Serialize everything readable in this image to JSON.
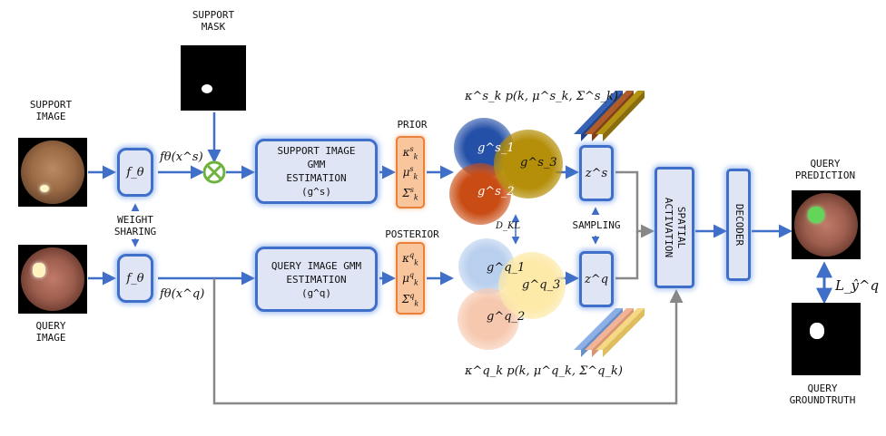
{
  "labels": {
    "support_mask": "SUPPORT\nMASK",
    "support_image": "SUPPORT\nIMAGE",
    "query_image": "QUERY\nIMAGE",
    "weight_sharing": "WEIGHT\nSHARING",
    "prior": "PRIOR",
    "posterior": "POSTERIOR",
    "sampling": "SAMPLING",
    "query_prediction": "QUERY\nPREDICTION",
    "query_groundtruth": "QUERY\nGROUNDTRUTH",
    "dkl": "D_KL"
  },
  "blocks": {
    "encoder_symbol": "f_θ",
    "support_gmm": "SUPPORT IMAGE\nGMM\nESTIMATION\n(g^s)",
    "query_gmm": "QUERY IMAGE GMM\nESTIMATION\n(g^q)",
    "spatial_activation": "SPATIAL\nACTIVATION",
    "decoder": "DECODER"
  },
  "math": {
    "f_support": "fθ(x^s)",
    "f_query": "fθ(x^q)",
    "support_dist": "κ^s_k p(k, μ^s_k, Σ^s_k)",
    "query_dist": "κ^q_k p(k, μ^q_k, Σ^q_k)",
    "loss": "L_ŷ^q"
  },
  "components": {
    "support": [
      "g^s_1",
      "g^s_2",
      "g^s_3"
    ],
    "query": [
      "g^q_1",
      "g^q_2",
      "g^q_3"
    ]
  },
  "latents": {
    "support": "z^s",
    "query": "z^q"
  },
  "colors": {
    "block_border": "#3f6fc8",
    "block_fill": "#dfe5f5",
    "param_border": "#e8803b",
    "param_fill": "#f8c59c",
    "mask_multiply": "#6fb33f",
    "skip_path": "#888888"
  }
}
